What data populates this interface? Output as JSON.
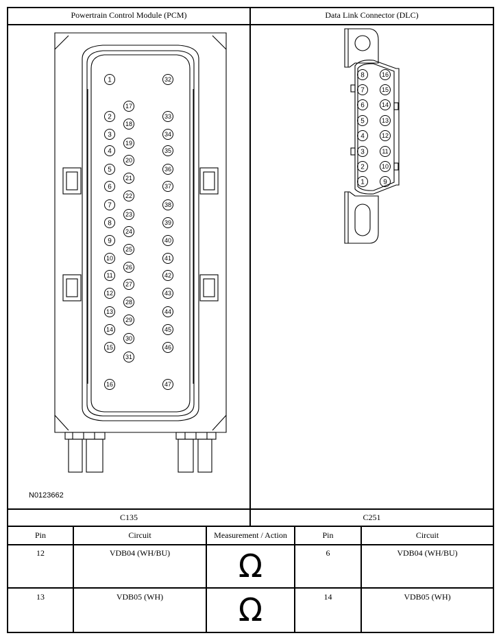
{
  "connectors": {
    "pcm": {
      "title": "Powertrain Control Module (PCM)",
      "code": "C135",
      "part_number": "N0123662"
    },
    "dlc": {
      "title": "Data Link Connector (DLC)",
      "code": "C251"
    }
  },
  "table": {
    "headers": [
      "Pin",
      "Circuit",
      "Measurement / Action",
      "Pin",
      "Circuit"
    ],
    "rows": [
      {
        "pcm_pin": "12",
        "pcm_circuit": "VDB04 (WH/BU)",
        "action": "Ω",
        "dlc_pin": "6",
        "dlc_circuit": "VDB04 (WH/BU)"
      },
      {
        "pcm_pin": "13",
        "pcm_circuit": "VDB05 (WH)",
        "action": "Ω",
        "dlc_pin": "14",
        "dlc_circuit": "VDB05 (WH)"
      }
    ]
  },
  "pcm_pins": {
    "left": [
      "1",
      "2",
      "3",
      "4",
      "5",
      "6",
      "7",
      "8",
      "9",
      "10",
      "11",
      "12",
      "13",
      "14",
      "15",
      "16"
    ],
    "middle": [
      "17",
      "18",
      "19",
      "20",
      "21",
      "22",
      "23",
      "24",
      "25",
      "26",
      "27",
      "28",
      "29",
      "30",
      "31"
    ],
    "right": [
      "32",
      "33",
      "34",
      "35",
      "36",
      "37",
      "38",
      "39",
      "40",
      "41",
      "42",
      "43",
      "44",
      "45",
      "46",
      "47"
    ]
  },
  "dlc_pins": {
    "left": [
      "8",
      "7",
      "6",
      "5",
      "4",
      "3",
      "2",
      "1"
    ],
    "right": [
      "16",
      "15",
      "14",
      "13",
      "12",
      "11",
      "10",
      "9"
    ]
  }
}
